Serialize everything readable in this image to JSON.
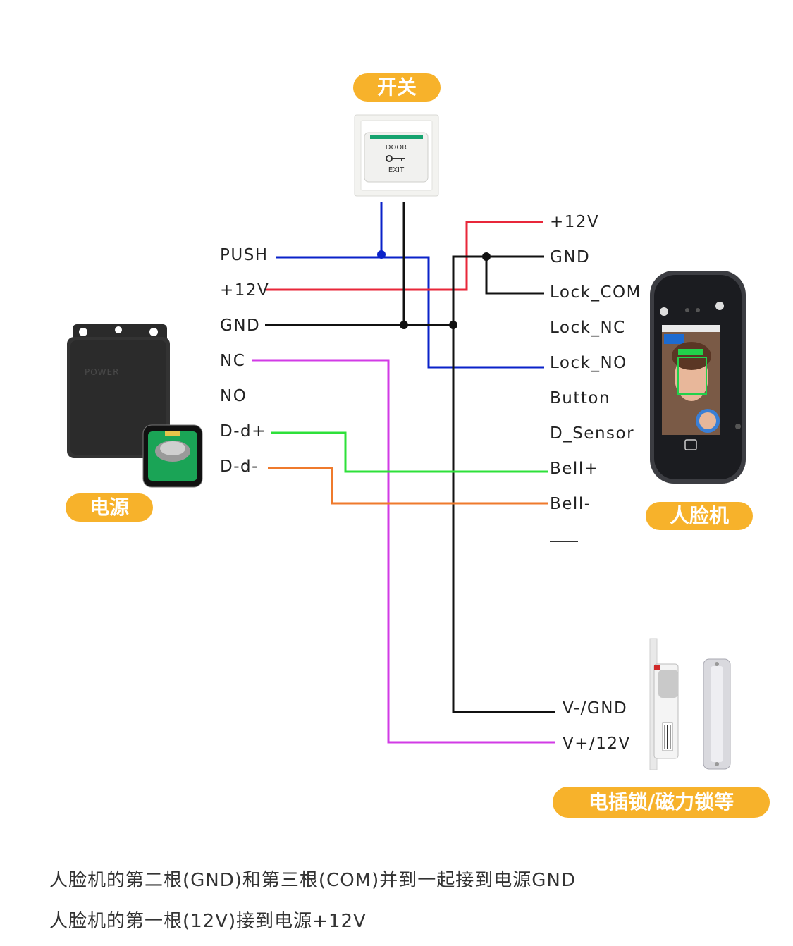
{
  "badges": {
    "switch": "开关",
    "power": "电源",
    "face_terminal": "人脸机",
    "lock": "电插锁/磁力锁等"
  },
  "device_text": {
    "switch_top": "DOOR",
    "switch_bottom": "EXIT",
    "power_brand": "POWER"
  },
  "left_terminals": [
    "PUSH",
    "+12V",
    "GND",
    "NC",
    "NO",
    "D-d+",
    "D-d-"
  ],
  "right_terminals": [
    "+12V",
    "GND",
    "Lock_COM",
    "Lock_NC",
    "Lock_NO",
    "Button",
    "D_Sensor",
    "Bell+",
    "Bell-"
  ],
  "lock_terminals": [
    "V-/GND",
    "V+/12V"
  ],
  "notes": [
    "人脸机的第二根(GND)和第三根(COM)并到一起接到电源GND",
    "人脸机的第一根(12V)接到电源+12V"
  ],
  "colors": {
    "badge": "#f7b22b",
    "wire_push": "#0a22c9",
    "wire_12v": "#e8273a",
    "wire_gnd": "#111111",
    "wire_nc": "#d23be6",
    "wire_bell_plus": "#2ee03a",
    "wire_bell_minus": "#ef7a2c"
  }
}
